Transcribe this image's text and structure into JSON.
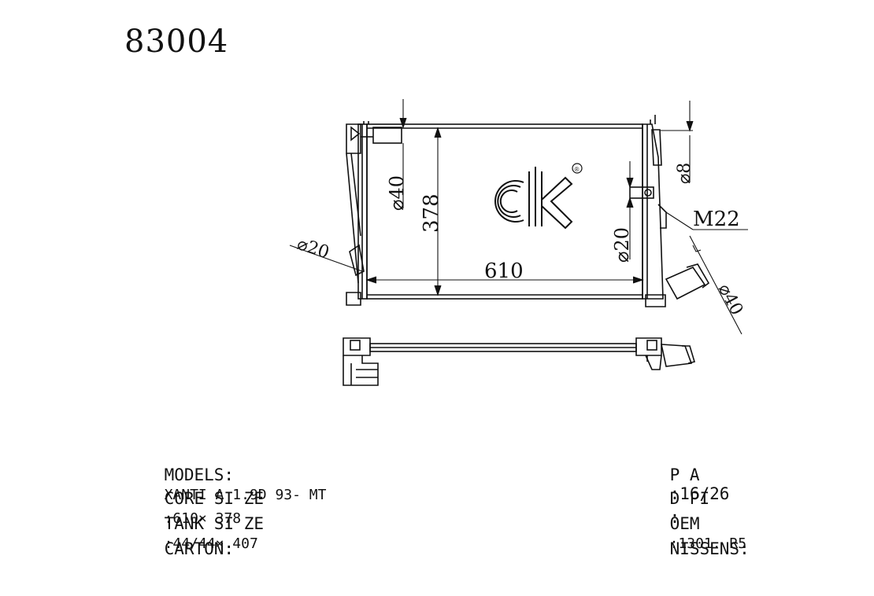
{
  "title": "83004",
  "brand": {
    "logo_text": "CK",
    "registered_mark": "®"
  },
  "dimensions": {
    "tube_top": "⌀40",
    "core_height": "378",
    "core_width": "610",
    "inlet_small": "⌀20",
    "side_small": "⌀20",
    "top_right": "⌀8",
    "thread": "M22",
    "outlet": "⌀40"
  },
  "specs_left": [
    {
      "label": "MODELS:",
      "value": "XANTI A 1.9D 93- MT"
    },
    {
      "label": "CORE SI ZE",
      "value": ":610× 378"
    },
    {
      "label": "TANK SI ZE",
      "value": ":44/44× 407"
    },
    {
      "label": "CARTON:",
      "value": ""
    }
  ],
  "specs_right": [
    {
      "label": "P A",
      "value": ":16/26"
    },
    {
      "label": "D PI",
      "value": ":"
    },
    {
      "label": "OEM",
      "value": ":1301. R5"
    },
    {
      "label": "NISSENS:",
      "value": ""
    }
  ]
}
